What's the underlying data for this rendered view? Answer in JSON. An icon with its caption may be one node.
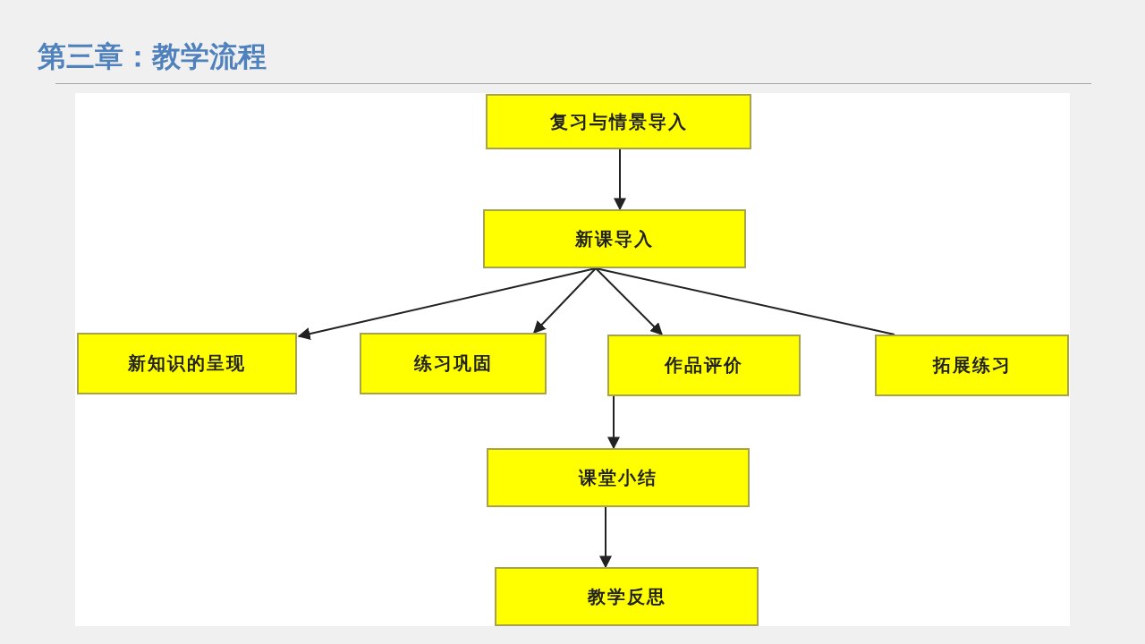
{
  "diagram": {
    "title": "第三章：教学流程",
    "nodes": [
      {
        "text": [
          "复习与情景导入"
        ]
      },
      {
        "text": [
          "新课导入"
        ]
      },
      {
        "text": [
          "新知识的呈现"
        ]
      },
      {
        "text": [
          "练习巩固"
        ]
      },
      {
        "text": [
          "作品评价"
        ]
      },
      {
        "text": [
          "拓展练习"
        ]
      },
      {
        "text": [
          "课堂小结"
        ]
      },
      {
        "text": [
          "教学反思"
        ]
      }
    ],
    "edges": [
      {
        "from": 0,
        "to": 1,
        "arrow": "to"
      },
      {
        "from": 1,
        "to": 2,
        "arrow": "to"
      },
      {
        "from": 1,
        "to": 3,
        "arrow": "to"
      },
      {
        "from": 1,
        "to": 4,
        "arrow": "to"
      },
      {
        "from": 1,
        "to": 5,
        "arrow": "none"
      },
      {
        "from": 4,
        "to": 6,
        "arrow": "to"
      },
      {
        "from": 6,
        "to": 7,
        "arrow": "to"
      }
    ]
  }
}
